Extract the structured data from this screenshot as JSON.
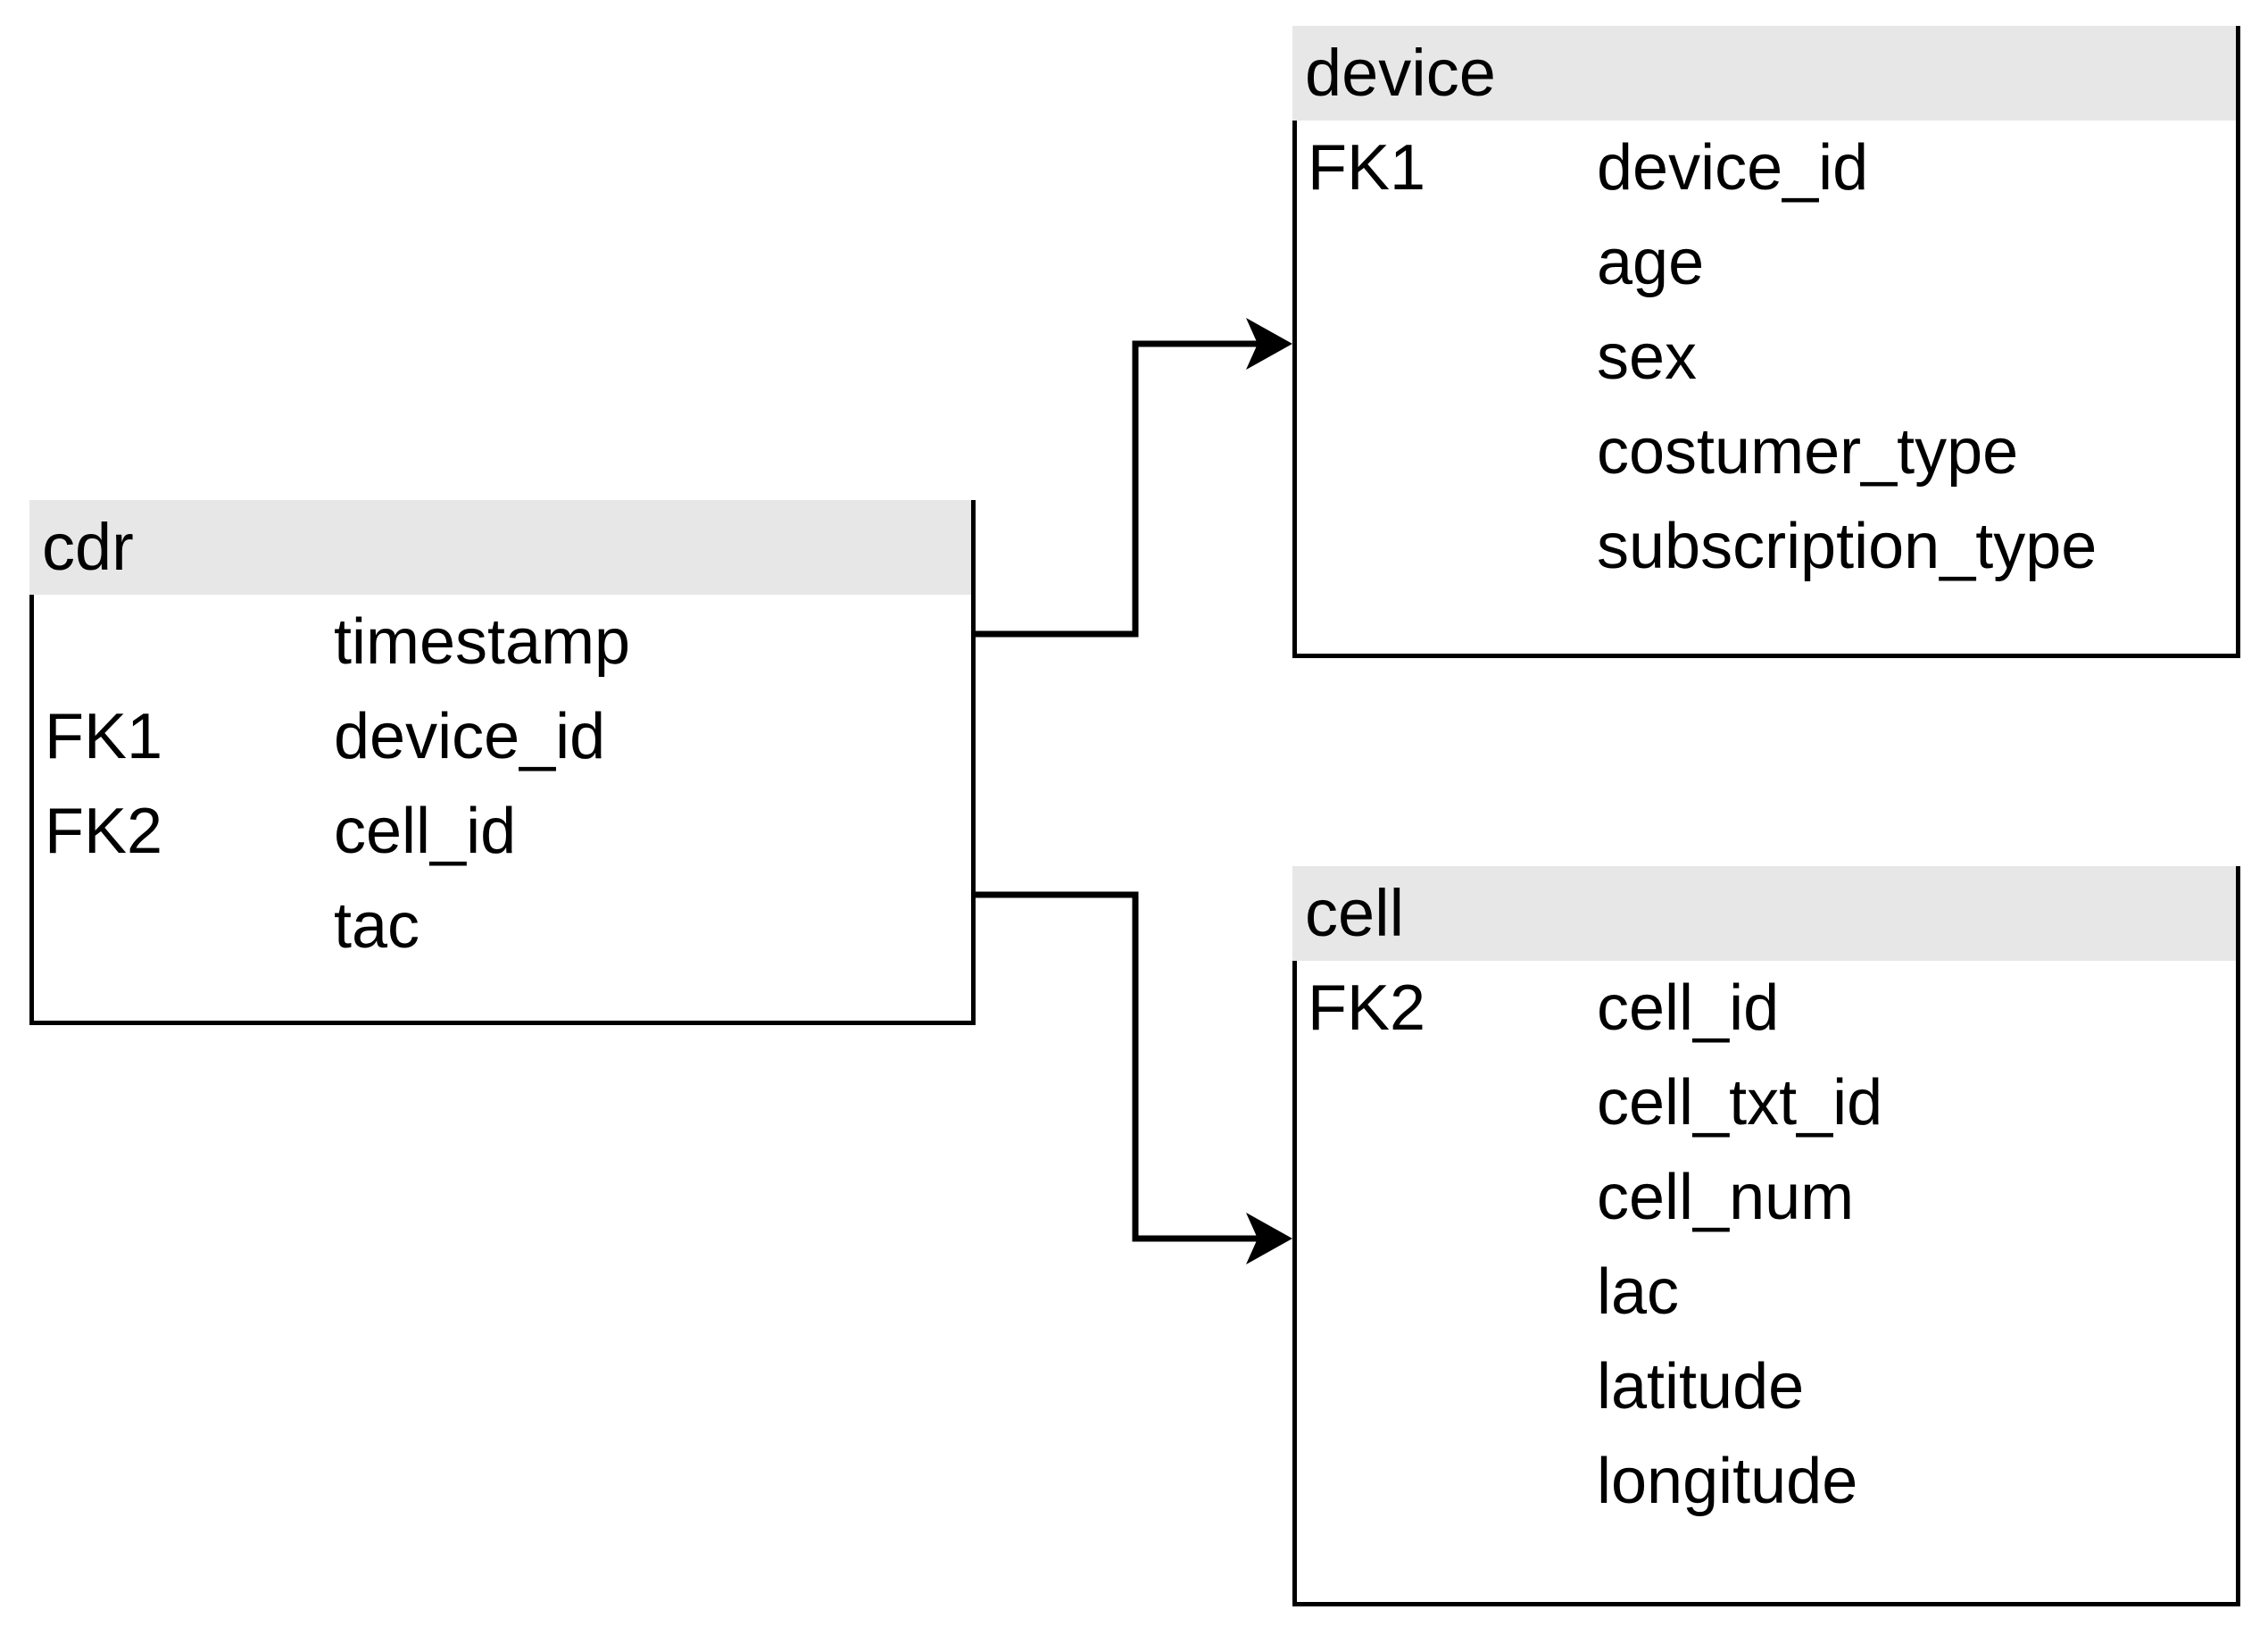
{
  "diagram": {
    "background_color": "#ffffff",
    "line_color": "#000000",
    "header_fill_color": "#e7e7e7",
    "text_color": "#000000",
    "entities": [
      {
        "id": "cdr",
        "title": "cdr",
        "fields": [
          {
            "key": "",
            "name": "timestamp"
          },
          {
            "key": "FK1",
            "name": "device_id"
          },
          {
            "key": "FK2",
            "name": "cell_id"
          },
          {
            "key": "",
            "name": "tac"
          }
        ]
      },
      {
        "id": "device",
        "title": "device",
        "fields": [
          {
            "key": "FK1",
            "name": "device_id"
          },
          {
            "key": "",
            "name": "age"
          },
          {
            "key": "",
            "name": "sex"
          },
          {
            "key": "",
            "name": "costumer_type"
          },
          {
            "key": "",
            "name": "subscription_type"
          }
        ]
      },
      {
        "id": "cell",
        "title": "cell",
        "fields": [
          {
            "key": "FK2",
            "name": "cell_id"
          },
          {
            "key": "",
            "name": "cell_txt_id"
          },
          {
            "key": "",
            "name": "cell_num"
          },
          {
            "key": "",
            "name": "lac"
          },
          {
            "key": "",
            "name": "latitude"
          },
          {
            "key": "",
            "name": "longitude"
          }
        ]
      }
    ],
    "relations": [
      {
        "from": "cdr",
        "to": "device"
      },
      {
        "from": "cdr",
        "to": "cell"
      }
    ]
  }
}
